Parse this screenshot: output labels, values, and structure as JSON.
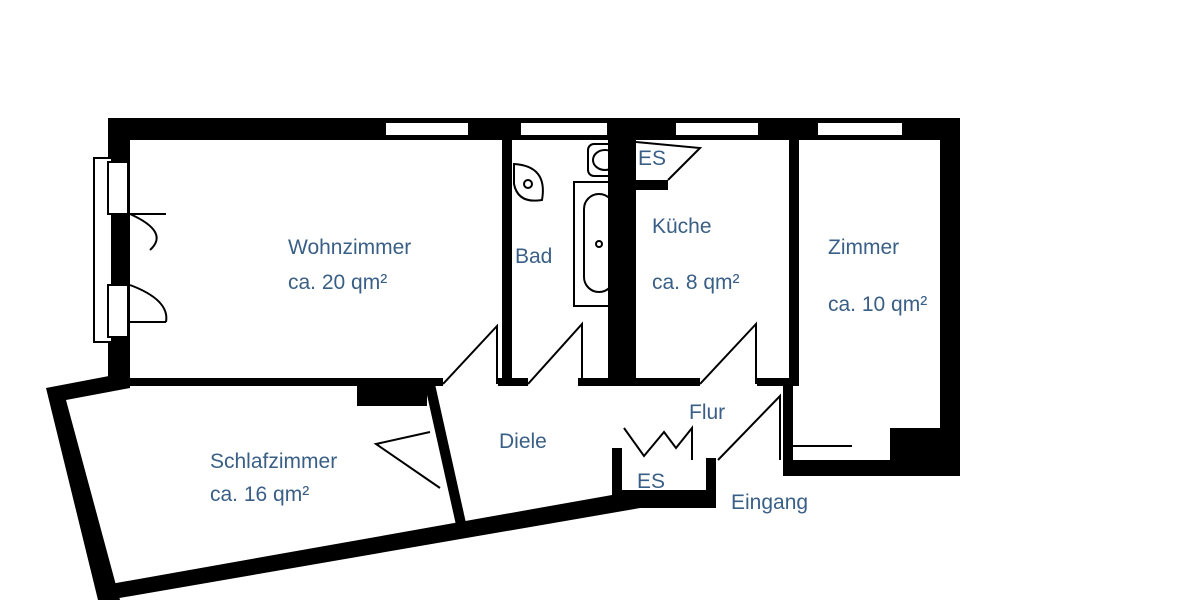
{
  "rooms": {
    "wohnzimmer": {
      "name": "Wohnzimmer",
      "area": "ca. 20 qm²"
    },
    "bad": {
      "name": "Bad"
    },
    "es_top": {
      "name": "ES"
    },
    "kueche": {
      "name": "Küche",
      "area": "ca. 8 qm²"
    },
    "zimmer": {
      "name": "Zimmer",
      "area": "ca. 10 qm²"
    },
    "schlafzimmer": {
      "name": "Schlafzimmer",
      "area": "ca. 16 qm²"
    },
    "diele": {
      "name": "Diele"
    },
    "flur": {
      "name": "Flur"
    },
    "es_bottom": {
      "name": "ES"
    },
    "eingang": {
      "name": "Eingang"
    }
  },
  "colors": {
    "label": "#3a5f86",
    "wall": "#000000",
    "background": "#ffffff"
  }
}
